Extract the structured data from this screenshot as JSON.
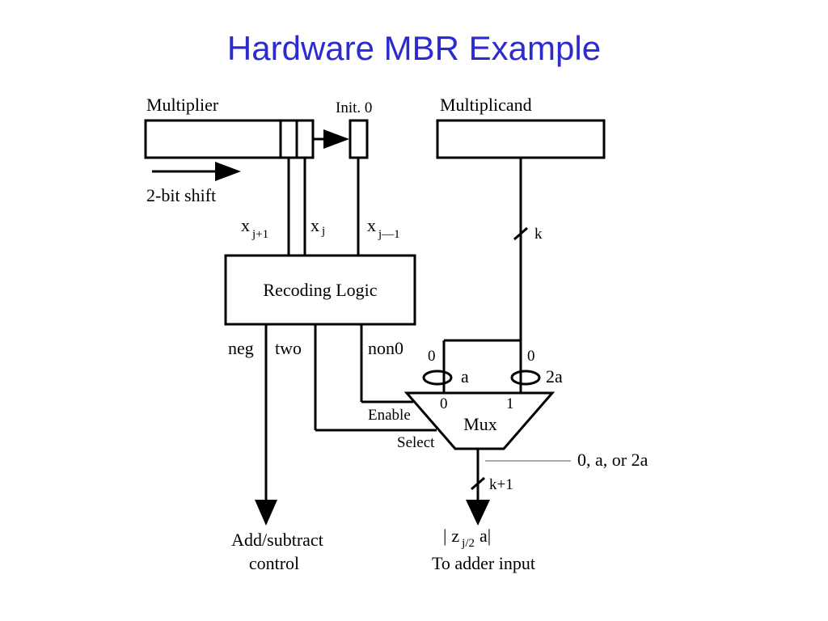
{
  "title": "Hardware MBR Example",
  "colors": {
    "title": "#2b2bd0",
    "ink": "#000000",
    "callout": "#aaaaaa"
  },
  "diagram": {
    "multiplier": "Multiplier",
    "init": "Init. 0",
    "multiplicand": "Multiplicand",
    "shift": "2-bit shift",
    "x_main": "x",
    "x_jp1_sub": "j+1",
    "x_j_sub": "j",
    "x_jm1_sub": "j—1",
    "k": "k",
    "recoding": "Recoding Logic",
    "neg": "neg",
    "two": "two",
    "non0": "non0",
    "zero": "0",
    "one": "1",
    "a": "a",
    "two_a": "2a",
    "enable": "Enable",
    "select": "Select",
    "mux": "Mux",
    "callout": "0, a, or 2a",
    "k1": "k+1",
    "z_open": "|",
    "z_main": "z",
    "z_sub": "j/2",
    "z_a": "a",
    "z_close": "|",
    "adder": "To adder input",
    "addsub_1": "Add/subtract",
    "addsub_2": "control"
  }
}
